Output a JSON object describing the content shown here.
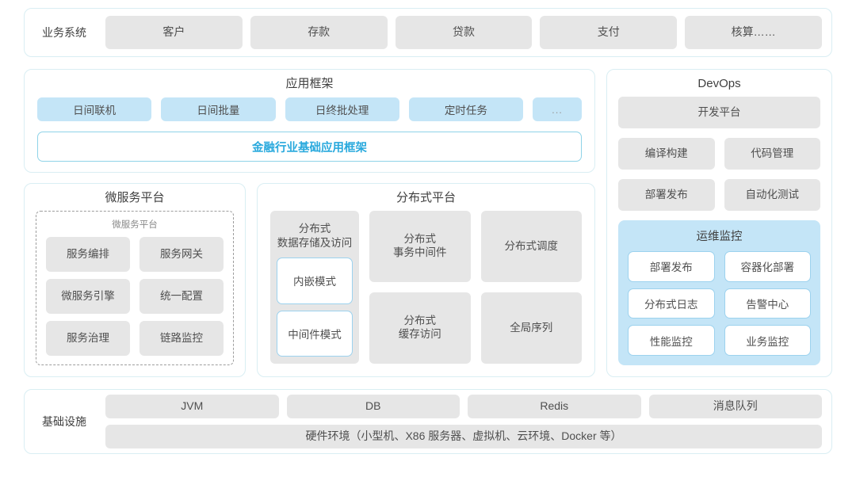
{
  "business_systems": {
    "label": "业务系统",
    "items": [
      "客户",
      "存款",
      "贷款",
      "支付",
      "核算……"
    ]
  },
  "app_framework": {
    "title": "应用框架",
    "items": [
      "日间联机",
      "日间批量",
      "日终批处理",
      "定时任务"
    ],
    "more": "...",
    "base": "金融行业基础应用框架"
  },
  "microservice_platform": {
    "title": "微服务平台",
    "inner_title": "微服务平台",
    "items": [
      "服务编排",
      "服务网关",
      "微服务引擎",
      "统一配置",
      "服务治理",
      "链路监控"
    ]
  },
  "distributed_platform": {
    "title": "分布式平台",
    "storage": {
      "title": "分布式\n数据存储及访问",
      "modes": [
        "内嵌模式",
        "中间件模式"
      ]
    },
    "items": [
      "分布式\n事务中间件",
      "分布式调度",
      "分布式\n缓存访问",
      "全局序列"
    ]
  },
  "devops": {
    "title": "DevOps",
    "platform": "开发平台",
    "items": [
      "编译构建",
      "代码管理",
      "部署发布",
      "自动化测试"
    ],
    "ops_monitoring": {
      "title": "运维监控",
      "items": [
        "部署发布",
        "容器化部署",
        "分布式日志",
        "告警中心",
        "性能监控",
        "业务监控"
      ]
    }
  },
  "infrastructure": {
    "label": "基础设施",
    "items": [
      "JVM",
      "DB",
      "Redis",
      "消息队列"
    ],
    "hardware": "硬件环境（小型机、X86 服务器、虚拟机、云环境、Docker 等）"
  },
  "colors": {
    "panel_border": "#d9eef3",
    "tile_gray": "#e6e6e6",
    "tile_blue": "#c4e5f7",
    "accent_cyan": "#29a9dd",
    "white_tile_border": "#9cd2ee"
  }
}
